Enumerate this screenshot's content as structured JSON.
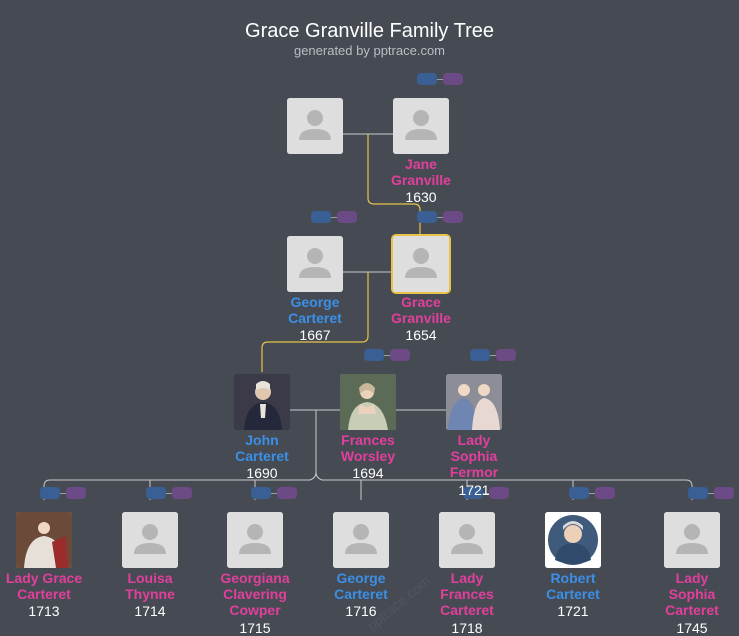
{
  "header": {
    "title": "Grace Granville Family Tree",
    "subtitle": "generated by pptrace.com"
  },
  "colors": {
    "background": "#464b53",
    "male": "#3b8fe6",
    "female": "#e23f9d",
    "highlight_line": "#e8c34a",
    "line": "#c8c8c8"
  },
  "people": {
    "unknown_father": {
      "first": "",
      "last": "",
      "year": "",
      "photo": "placeholder"
    },
    "jane": {
      "first": "Jane",
      "last": "Granville",
      "year": "1630",
      "gender": "female",
      "photo": "placeholder"
    },
    "george_sr": {
      "first": "George",
      "last": "Carteret",
      "year": "1667",
      "gender": "male",
      "photo": "placeholder"
    },
    "grace": {
      "first": "Grace",
      "last": "Granville",
      "year": "1654",
      "gender": "female",
      "photo": "placeholder"
    },
    "john": {
      "first": "John",
      "last": "Carteret",
      "year": "1690",
      "gender": "male",
      "photo": "portrait"
    },
    "frances_w": {
      "first": "Frances",
      "last": "Worsley",
      "year": "1694",
      "gender": "female",
      "photo": "portrait"
    },
    "sophia_f": {
      "line1": "Lady",
      "line2": "Sophia",
      "line3": "Fermor",
      "year": "1721",
      "gender": "female",
      "photo": "portrait"
    },
    "grace_c": {
      "line1": "Lady Grace",
      "line2": "Carteret",
      "year": "1713",
      "gender": "female",
      "photo": "portrait"
    },
    "louisa": {
      "line1": "Louisa",
      "line2": "Thynne",
      "year": "1714",
      "gender": "female",
      "photo": "placeholder"
    },
    "georgiana": {
      "line1": "Georgiana",
      "line2": "Clavering",
      "line3": "Cowper",
      "year": "1715",
      "gender": "female",
      "photo": "placeholder"
    },
    "george_jr": {
      "line1": "George",
      "line2": "Carteret",
      "year": "1716",
      "gender": "male",
      "photo": "placeholder"
    },
    "frances_c": {
      "line1": "Lady",
      "line2": "Frances",
      "line3": "Carteret",
      "year": "1718",
      "gender": "female",
      "photo": "placeholder"
    },
    "robert": {
      "line1": "Robert",
      "line2": "Carteret",
      "year": "1721",
      "gender": "male",
      "photo": "portrait"
    },
    "sophia_c": {
      "line1": "Lady",
      "line2": "Sophia",
      "line3": "Carteret",
      "year": "1745",
      "gender": "female",
      "photo": "placeholder"
    }
  },
  "watermark": "pptrace.com"
}
